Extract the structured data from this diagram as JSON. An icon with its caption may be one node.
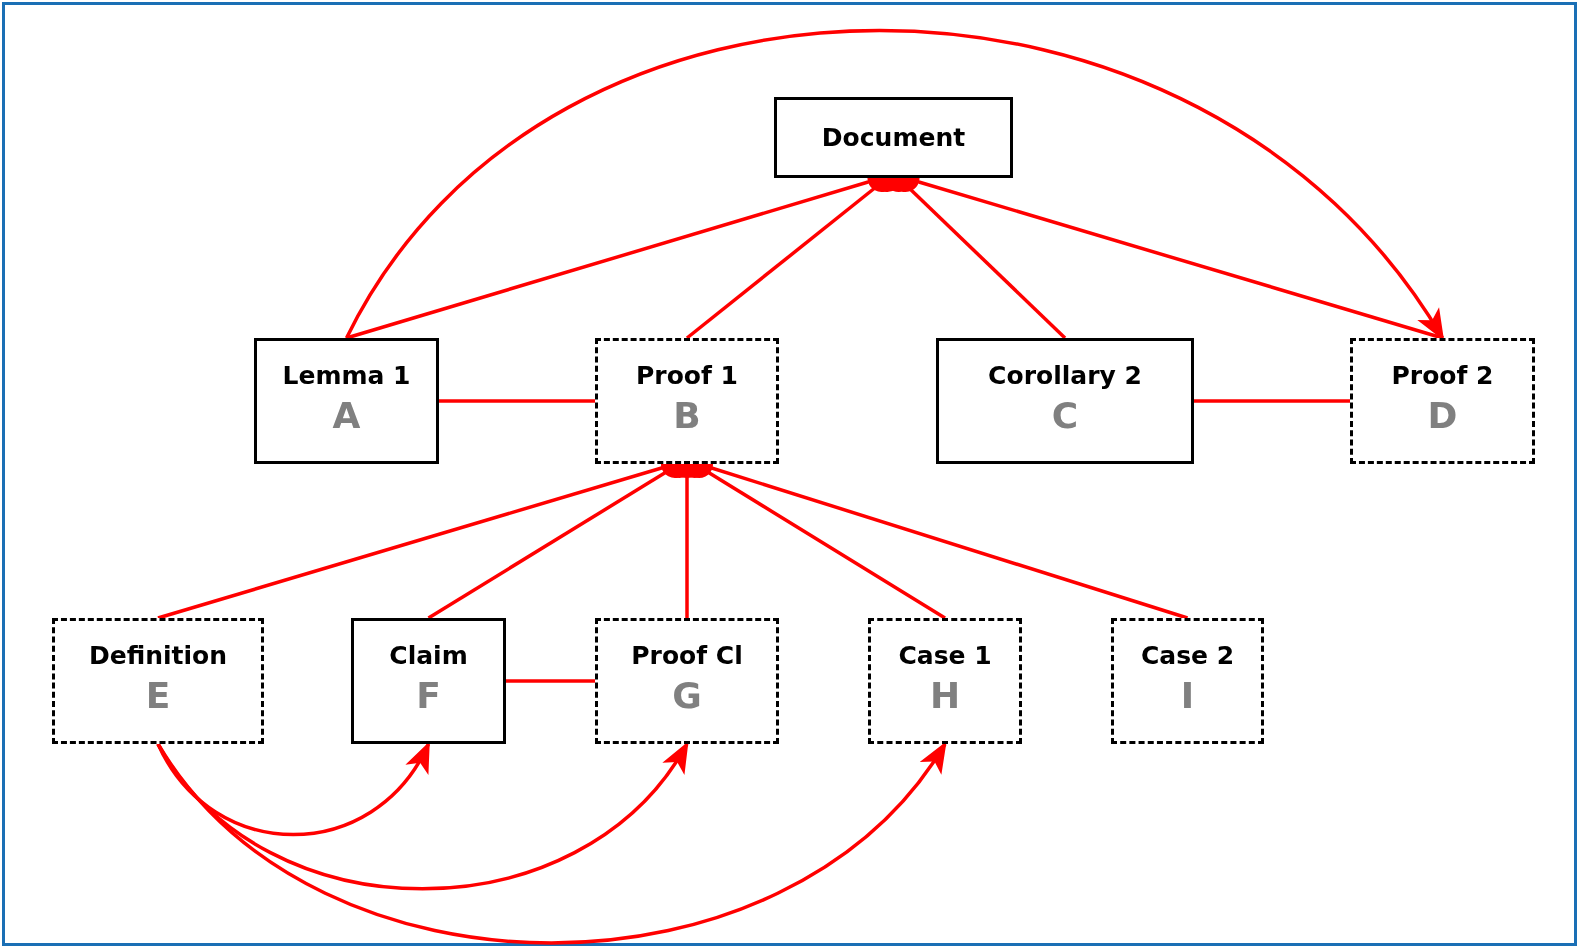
{
  "diagram": {
    "nodes": [
      {
        "text": [
          "Document"
        ]
      },
      {
        "text": [
          "Lemma 1",
          "A"
        ]
      },
      {
        "text": [
          "Proof 1",
          "B"
        ]
      },
      {
        "text": [
          "Corollary 2",
          "C"
        ]
      },
      {
        "text": [
          "Proof 2",
          "D"
        ]
      },
      {
        "text": [
          "Definition",
          "E"
        ]
      },
      {
        "text": [
          "Claim",
          "F"
        ]
      },
      {
        "text": [
          "Proof Cl",
          "G"
        ]
      },
      {
        "text": [
          "Case 1",
          "H"
        ]
      },
      {
        "text": [
          "Case 2",
          "I"
        ]
      }
    ],
    "edges": [
      {
        "from": 0,
        "to": 1,
        "arrow": "other"
      },
      {
        "from": 0,
        "to": 2,
        "arrow": "other"
      },
      {
        "from": 0,
        "to": 3,
        "arrow": "other"
      },
      {
        "from": 0,
        "to": 4,
        "arrow": "other"
      },
      {
        "from": 1,
        "to": 4,
        "arrow": "to"
      },
      {
        "from": 1,
        "to": 2,
        "arrow": "none"
      },
      {
        "from": 3,
        "to": 4,
        "arrow": "none"
      },
      {
        "from": 2,
        "to": 5,
        "arrow": "other"
      },
      {
        "from": 2,
        "to": 6,
        "arrow": "other"
      },
      {
        "from": 2,
        "to": 7,
        "arrow": "other"
      },
      {
        "from": 2,
        "to": 8,
        "arrow": "other"
      },
      {
        "from": 2,
        "to": 9,
        "arrow": "other"
      },
      {
        "from": 6,
        "to": 7,
        "arrow": "none"
      },
      {
        "from": 5,
        "to": 6,
        "arrow": "to"
      },
      {
        "from": 5,
        "to": 7,
        "arrow": "to"
      },
      {
        "from": 5,
        "to": 8,
        "arrow": "to"
      }
    ]
  }
}
